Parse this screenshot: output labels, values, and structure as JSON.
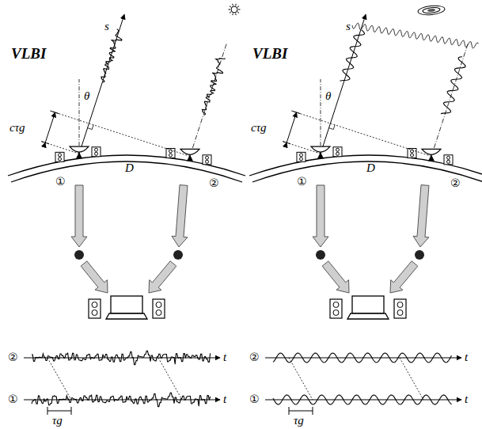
{
  "diagram": {
    "labels": [
      "VLBI",
      "s",
      "θ",
      "cτg",
      "D",
      "①",
      "②",
      "②",
      "t",
      "①",
      "t",
      "τg",
      "VLBI",
      "s",
      "θ",
      "cτg",
      "D",
      "①",
      "②",
      "②",
      "t",
      "①",
      "t",
      "τg"
    ]
  }
}
